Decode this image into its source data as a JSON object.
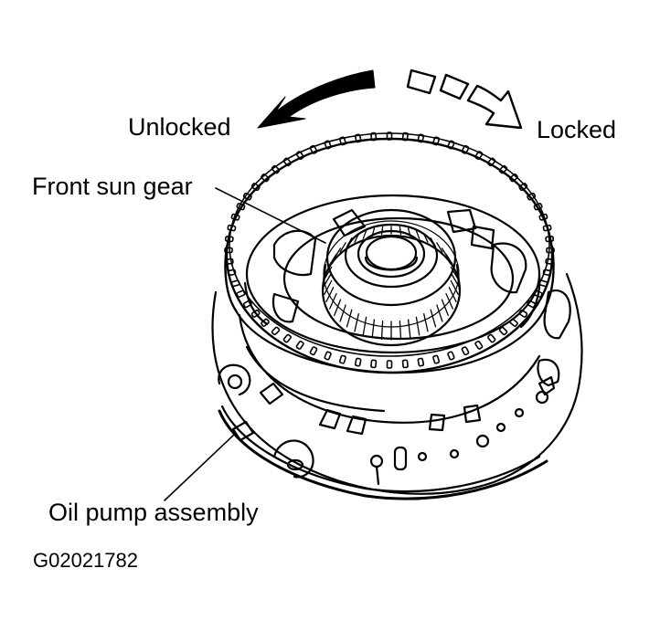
{
  "labels": {
    "unlocked": "Unlocked",
    "locked": "Locked",
    "front_sun_gear": "Front sun gear",
    "oil_pump_assembly": "Oil pump assembly"
  },
  "figure_code": "G02021782",
  "colors": {
    "ink": "#000000",
    "paper": "#ffffff"
  }
}
